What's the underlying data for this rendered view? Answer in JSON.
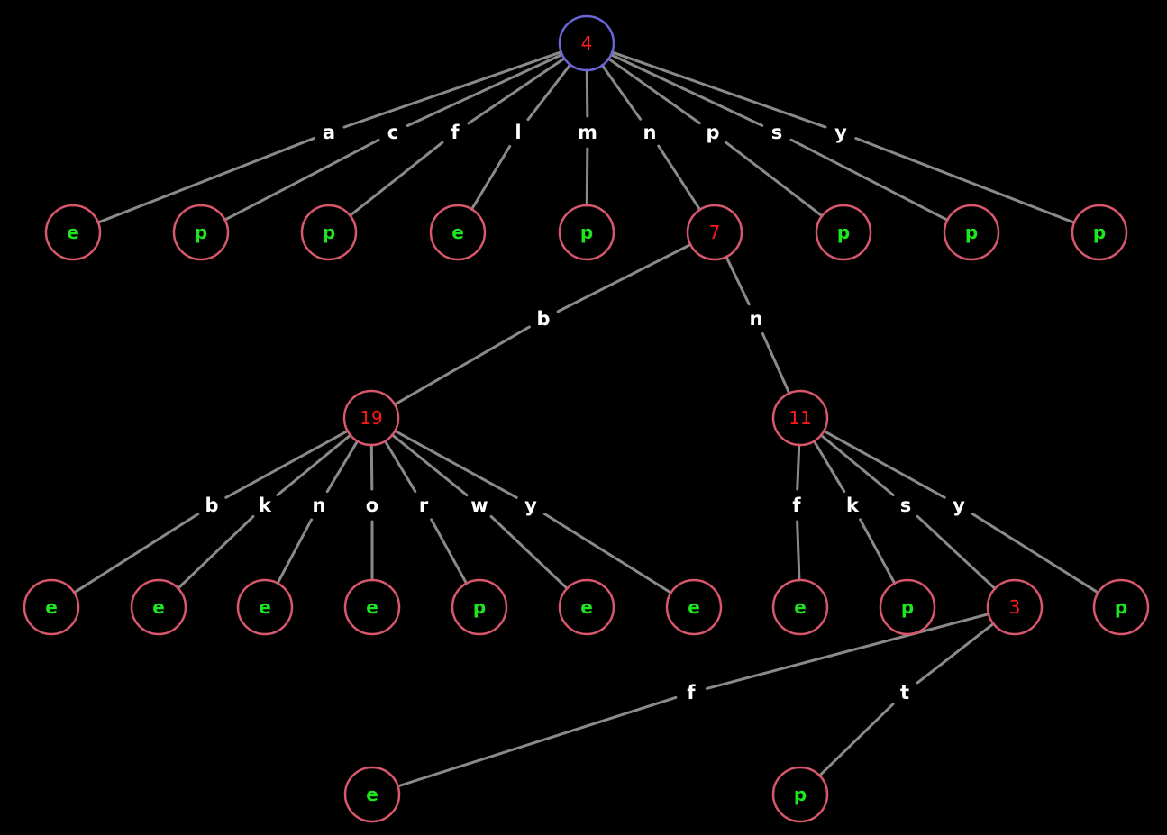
{
  "tree": {
    "nodes": [
      {
        "id": "root",
        "text": "4",
        "kind": "split",
        "root": true
      },
      {
        "id": "n_a",
        "text": "e",
        "kind": "leaf"
      },
      {
        "id": "n_c",
        "text": "p",
        "kind": "leaf"
      },
      {
        "id": "n_f",
        "text": "p",
        "kind": "leaf"
      },
      {
        "id": "n_l",
        "text": "e",
        "kind": "leaf"
      },
      {
        "id": "n_m",
        "text": "p",
        "kind": "leaf"
      },
      {
        "id": "n7",
        "text": "7",
        "kind": "split"
      },
      {
        "id": "n_p",
        "text": "p",
        "kind": "leaf"
      },
      {
        "id": "n_s",
        "text": "p",
        "kind": "leaf"
      },
      {
        "id": "n_y",
        "text": "p",
        "kind": "leaf"
      },
      {
        "id": "n19",
        "text": "19",
        "kind": "split"
      },
      {
        "id": "n11",
        "text": "11",
        "kind": "split"
      },
      {
        "id": "n19_b",
        "text": "e",
        "kind": "leaf"
      },
      {
        "id": "n19_k",
        "text": "e",
        "kind": "leaf"
      },
      {
        "id": "n19_n",
        "text": "e",
        "kind": "leaf"
      },
      {
        "id": "n19_o",
        "text": "e",
        "kind": "leaf"
      },
      {
        "id": "n19_r",
        "text": "p",
        "kind": "leaf"
      },
      {
        "id": "n19_w",
        "text": "e",
        "kind": "leaf"
      },
      {
        "id": "n19_y",
        "text": "e",
        "kind": "leaf"
      },
      {
        "id": "n11_f",
        "text": "e",
        "kind": "leaf"
      },
      {
        "id": "n11_k",
        "text": "p",
        "kind": "leaf"
      },
      {
        "id": "n3",
        "text": "3",
        "kind": "split"
      },
      {
        "id": "n11_y",
        "text": "p",
        "kind": "leaf"
      },
      {
        "id": "n3_f",
        "text": "e",
        "kind": "leaf"
      },
      {
        "id": "n3_t",
        "text": "p",
        "kind": "leaf"
      }
    ],
    "edges": [
      {
        "from": "root",
        "to": "n_a",
        "label": "a"
      },
      {
        "from": "root",
        "to": "n_c",
        "label": "c"
      },
      {
        "from": "root",
        "to": "n_f",
        "label": "f"
      },
      {
        "from": "root",
        "to": "n_l",
        "label": "l"
      },
      {
        "from": "root",
        "to": "n_m",
        "label": "m"
      },
      {
        "from": "root",
        "to": "n7",
        "label": "n"
      },
      {
        "from": "root",
        "to": "n_p",
        "label": "p"
      },
      {
        "from": "root",
        "to": "n_s",
        "label": "s"
      },
      {
        "from": "root",
        "to": "n_y",
        "label": "y"
      },
      {
        "from": "n7",
        "to": "n19",
        "label": "b"
      },
      {
        "from": "n7",
        "to": "n11",
        "label": "n"
      },
      {
        "from": "n19",
        "to": "n19_b",
        "label": "b"
      },
      {
        "from": "n19",
        "to": "n19_k",
        "label": "k"
      },
      {
        "from": "n19",
        "to": "n19_n",
        "label": "n"
      },
      {
        "from": "n19",
        "to": "n19_o",
        "label": "o"
      },
      {
        "from": "n19",
        "to": "n19_r",
        "label": "r"
      },
      {
        "from": "n19",
        "to": "n19_w",
        "label": "w"
      },
      {
        "from": "n19",
        "to": "n19_y",
        "label": "y"
      },
      {
        "from": "n11",
        "to": "n11_f",
        "label": "f"
      },
      {
        "from": "n11",
        "to": "n11_k",
        "label": "k"
      },
      {
        "from": "n11",
        "to": "n3",
        "label": "s"
      },
      {
        "from": "n11",
        "to": "n11_y",
        "label": "y"
      },
      {
        "from": "n3",
        "to": "n3_f",
        "label": "f"
      },
      {
        "from": "n3",
        "to": "n3_t",
        "label": "t"
      }
    ]
  }
}
